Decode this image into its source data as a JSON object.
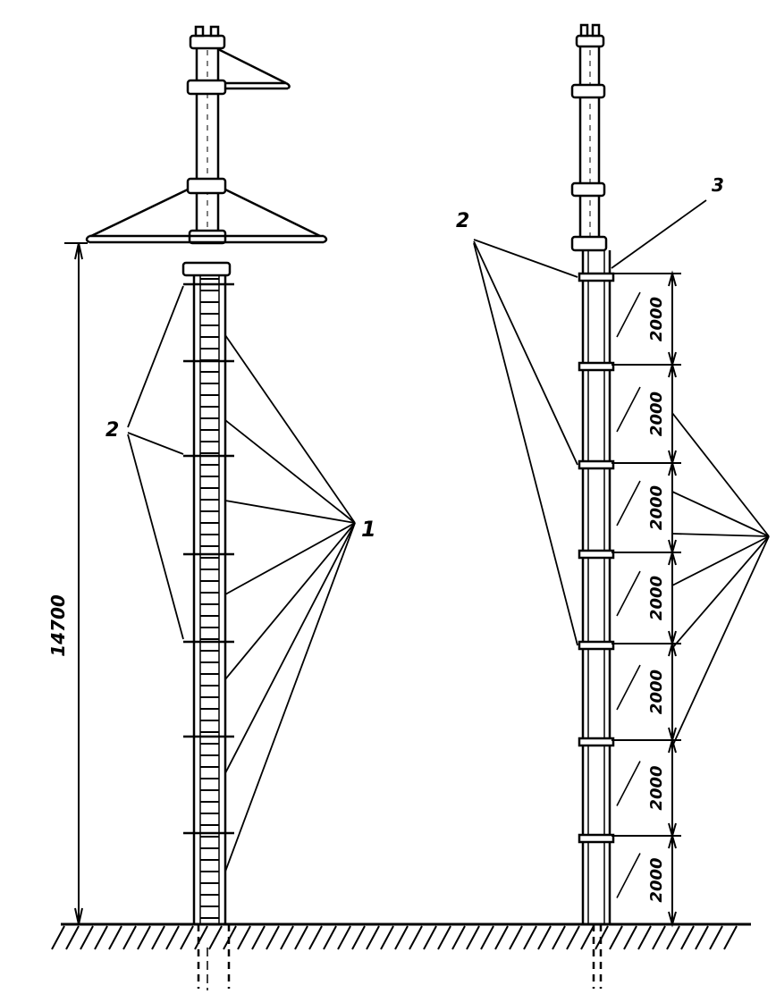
{
  "left_tower": {
    "height_label": "14700",
    "callout_number_label": "1",
    "callout_ring_label": "2"
  },
  "right_tower": {
    "callout_ring_label": "2",
    "callout_top_label": "3",
    "segment_labels": [
      "2000",
      "2000",
      "2000",
      "2000",
      "2000",
      "2000",
      "2000"
    ]
  },
  "colors": {
    "ink": "#000000",
    "paper": "#ffffff"
  }
}
